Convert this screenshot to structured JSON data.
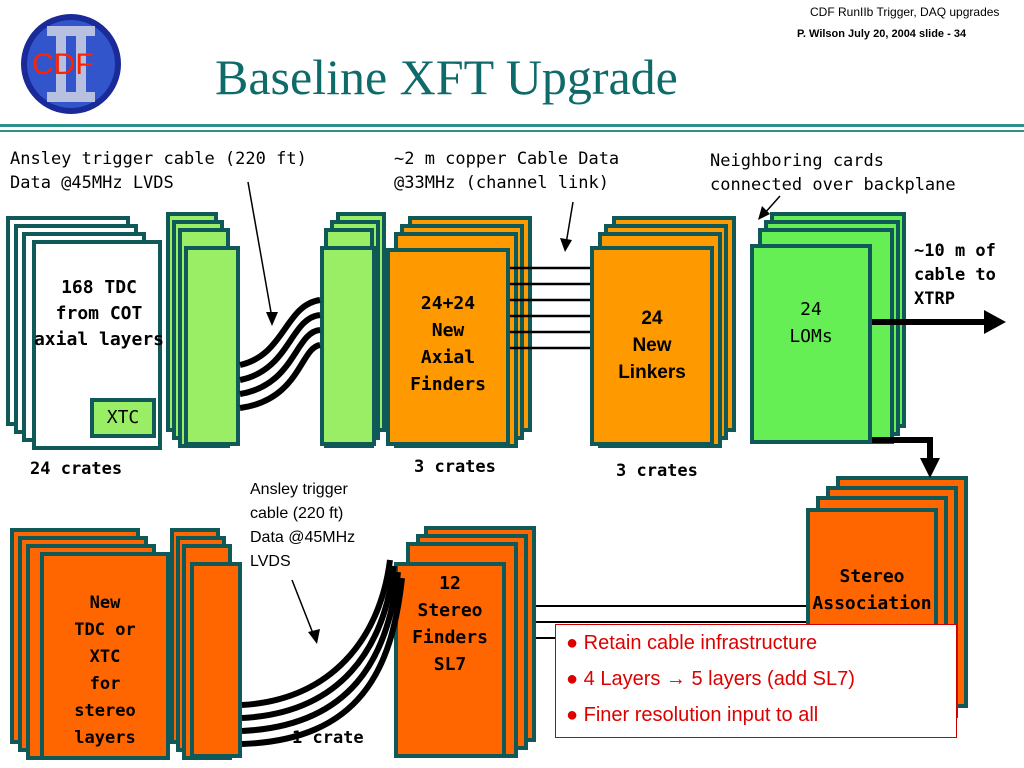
{
  "header": {
    "line1": "CDF RunIIb  Trigger, DAQ upgrades",
    "line2": "P. Wilson   July 20,  2004  slide - 34",
    "title": "Baseline XFT Upgrade",
    "logo_text": "CDF"
  },
  "labels": {
    "ansley_top_1": "Ansley trigger cable (220 ft)",
    "ansley_top_2": "Data @45MHz LVDS",
    "copper_1": "~2 m copper Cable Data",
    "copper_2": "@33MHz (channel link)",
    "neighbor_1": "Neighboring cards",
    "neighbor_2": "connected over backplane",
    "xtrp_1": "~10 m of",
    "xtrp_2": "cable to",
    "xtrp_3": "XTRP",
    "crates_24": "24 crates",
    "crates_3a": "3 crates",
    "crates_3b": "3 crates",
    "crates_1": "1 crate",
    "ansley_bot_1": "Ansley trigger",
    "ansley_bot_2": "cable (220 ft)",
    "ansley_bot_3": "Data @45MHz",
    "ansley_bot_4": "LVDS"
  },
  "boxes": {
    "tdc": [
      "168  TDC",
      "from COT",
      "axial layers"
    ],
    "xtc": "XTC",
    "axial_finders": [
      "24+24",
      "New",
      "Axial",
      "Finders"
    ],
    "linkers": [
      "24",
      "New",
      "Linkers"
    ],
    "loms": [
      "24",
      "LOMs"
    ],
    "stereo_tdc": [
      "New",
      "TDC or",
      "XTC",
      "for",
      "stereo",
      "layers"
    ],
    "stereo_finders": [
      "12",
      "Stereo",
      "Finders",
      "SL7"
    ],
    "stereo_assoc": [
      "Stereo",
      "Association"
    ]
  },
  "bullets": [
    "Retain cable infrastructure",
    "4 Layers → 5 layers (add SL7)",
    "Finer resolution input to all"
  ],
  "colors": {
    "teal": "#0f5a58",
    "title": "#0f6a6a",
    "light_green": "#99ee66",
    "orange": "#ff9900",
    "red_orange": "#ff6600",
    "green": "#66ee55",
    "bullet_red": "#dd0000"
  }
}
